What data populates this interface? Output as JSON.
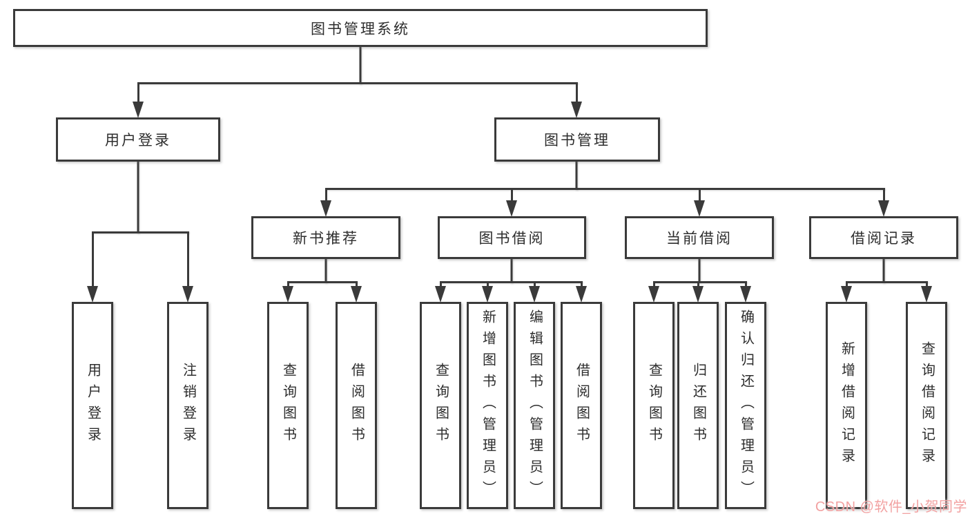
{
  "colors": {
    "line": "#3a3a3a",
    "box_border": "#3a3a3a",
    "text": "#2d2d2d",
    "background": "#ffffff",
    "watermark": "#f2a2a2"
  },
  "tree": {
    "root": {
      "label": "图书管理系统"
    },
    "branches": [
      {
        "label": "用户登录",
        "children": [
          {
            "label": "用户登录"
          },
          {
            "label": "注销登录"
          }
        ]
      },
      {
        "label": "图书管理",
        "children": [
          {
            "label": "新书推荐",
            "children": [
              {
                "label": "查询图书"
              },
              {
                "label": "借阅图书"
              }
            ]
          },
          {
            "label": "图书借阅",
            "children": [
              {
                "label": "查询图书"
              },
              {
                "label": "新增图书（管理员）"
              },
              {
                "label": "编辑图书（管理员）"
              },
              {
                "label": "借阅图书"
              }
            ]
          },
          {
            "label": "当前借阅",
            "children": [
              {
                "label": "查询图书"
              },
              {
                "label": "归还图书"
              },
              {
                "label": "确认归还（管理员）"
              }
            ]
          },
          {
            "label": "借阅记录",
            "children": [
              {
                "label": "新增借阅记录"
              },
              {
                "label": "查询借阅记录"
              }
            ]
          }
        ]
      }
    ]
  },
  "watermark": {
    "text": "CSDN @软件_小贺同学"
  }
}
